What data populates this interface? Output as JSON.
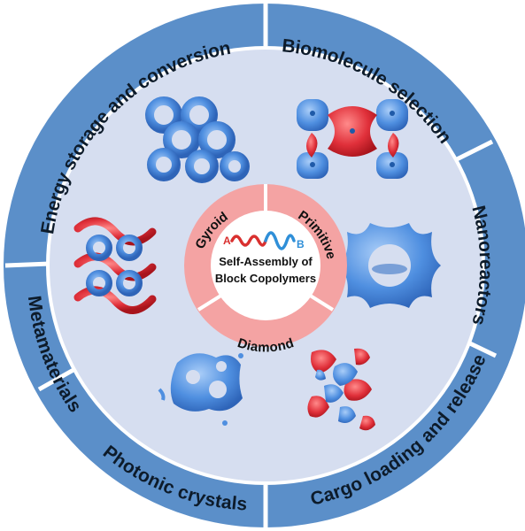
{
  "outer_ring": {
    "segments": [
      {
        "label": "Energy storage and conversion"
      },
      {
        "label": "Biomolecule selection"
      },
      {
        "label": "Nanoreactors"
      },
      {
        "label": "Cargo loading and release"
      },
      {
        "label": "Photonic crystals"
      },
      {
        "label": "Metamaterials"
      }
    ]
  },
  "inner_ring": {
    "segments": [
      {
        "label": "Gyroid"
      },
      {
        "label": "Primitive"
      },
      {
        "label": "Diamond"
      }
    ]
  },
  "center": {
    "line1": "Self-Assembly of",
    "line2": "Block Copolymers",
    "block_a": "A",
    "block_b": "B"
  },
  "colors": {
    "outer_ring": "#5b8fc9",
    "outer_ring_border": "#ffffff",
    "inner_disc": "#d6def0",
    "inner_ring": "#f4a3a3",
    "center": "#ffffff",
    "network_blue": "#4f8fe0",
    "network_red": "#e0303a",
    "block_a": "#d9302f",
    "block_b": "#2f8fd8"
  }
}
